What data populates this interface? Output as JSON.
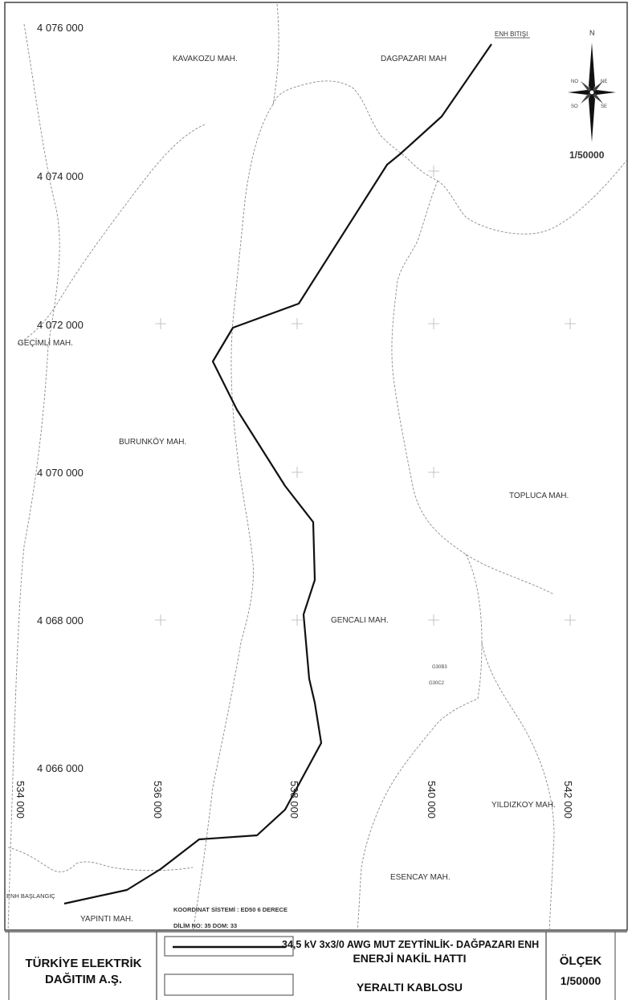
{
  "map": {
    "north_label": "N",
    "rose_labels": [
      "NO",
      "NE",
      "SO",
      "SE"
    ],
    "scale_top": "1/50000",
    "northing_labels": [
      "4 076 000",
      "4 074 000",
      "4 072 000",
      "4 070 000",
      "4 068 000",
      "4 066 000"
    ],
    "easting_labels": [
      "534 000",
      "536 000",
      "538 000",
      "540 000",
      "542 000"
    ],
    "neighborhoods": {
      "kavakozu": "KAVAKOZU MAH.",
      "dagpazari": "DAGPAZARI MAH",
      "gecimli": "GEÇİMLİ MAH.",
      "burunkoy": "BURUNKÖY MAH.",
      "topluca": "TOPLUCA MAH.",
      "gencali": "GENCALI MAH.",
      "yildizkoy": "YILDIZKOY MAH.",
      "esencay": "ESENCAY MAH.",
      "yapinti": "YAPINTI MAH."
    },
    "line_end_label": "ENH BITIŞI",
    "line_start_label": "ENH BAŞLANGIÇ",
    "small_codes": [
      "G30B3",
      "G30C2"
    ],
    "coord_system": "KOORDİNAT SİSTEMİ : ED50  6 DERECE",
    "dilim": "DİLİM NO: 35   DOM: 33",
    "colors": {
      "line": "#111111",
      "boundary": "#8a8a8a"
    }
  },
  "titleblock": {
    "company_line1": "TÜRKİYE ELEKTRİK",
    "company_line2": "DAĞITIM A.Ş.",
    "legend_line1": "34,5 kV 3x3/0 AWG MUT ZEYTİNLİK- DAĞPAZARI ENH",
    "legend_line2": "ENERJİ NAKİL HATTI",
    "legend_cable": "YERALTI KABLOSU",
    "scale_label": "ÖLÇEK",
    "scale_value": "1/50000"
  }
}
